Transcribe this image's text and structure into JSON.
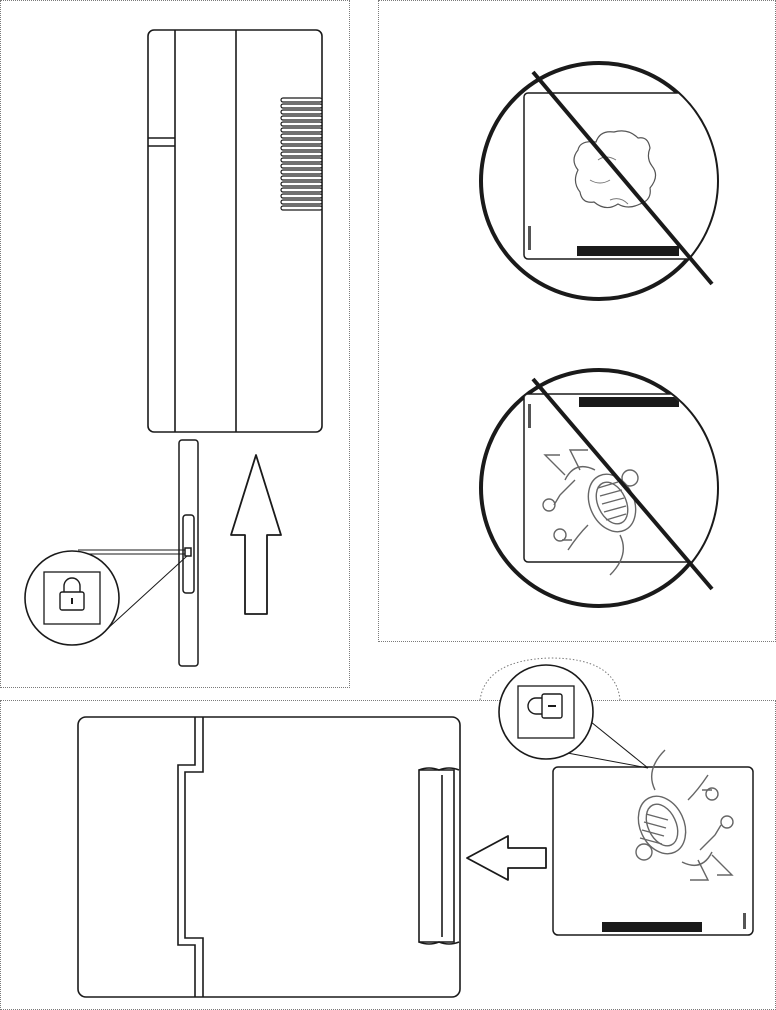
{
  "diagram": {
    "steps": [
      {
        "id": "panel-1",
        "content": "cassette-side-view-with-lock-tab"
      },
      {
        "id": "panel-2",
        "content": "incorrect-orientations-prohibited"
      },
      {
        "id": "panel-3",
        "content": "insert-cassette-into-drive"
      }
    ],
    "colors": {
      "stroke": "#1a1a1a",
      "panel_border": "#7a7a7a",
      "label_fill": "#1a1a1a",
      "background": "#ffffff"
    },
    "icons": [
      "lock-icon",
      "up-arrow-icon",
      "left-arrow-icon",
      "prohibited-icon",
      "cassette-artwork-icon"
    ]
  }
}
